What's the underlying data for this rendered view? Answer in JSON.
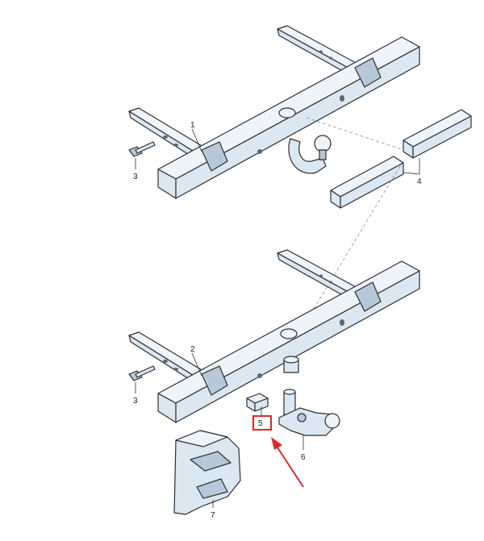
{
  "callouts": {
    "c1": "1",
    "c2": "2",
    "c3a": "3",
    "c3b": "3",
    "c4": "4",
    "c5": "5",
    "c6": "6",
    "c7": "7"
  },
  "colors": {
    "part_fill": "#dbe7f1",
    "outline": "#2b2f33",
    "highlight_box": "#e0262b",
    "arrow": "#e0262b"
  },
  "highlight": {
    "target_callout": "5"
  }
}
